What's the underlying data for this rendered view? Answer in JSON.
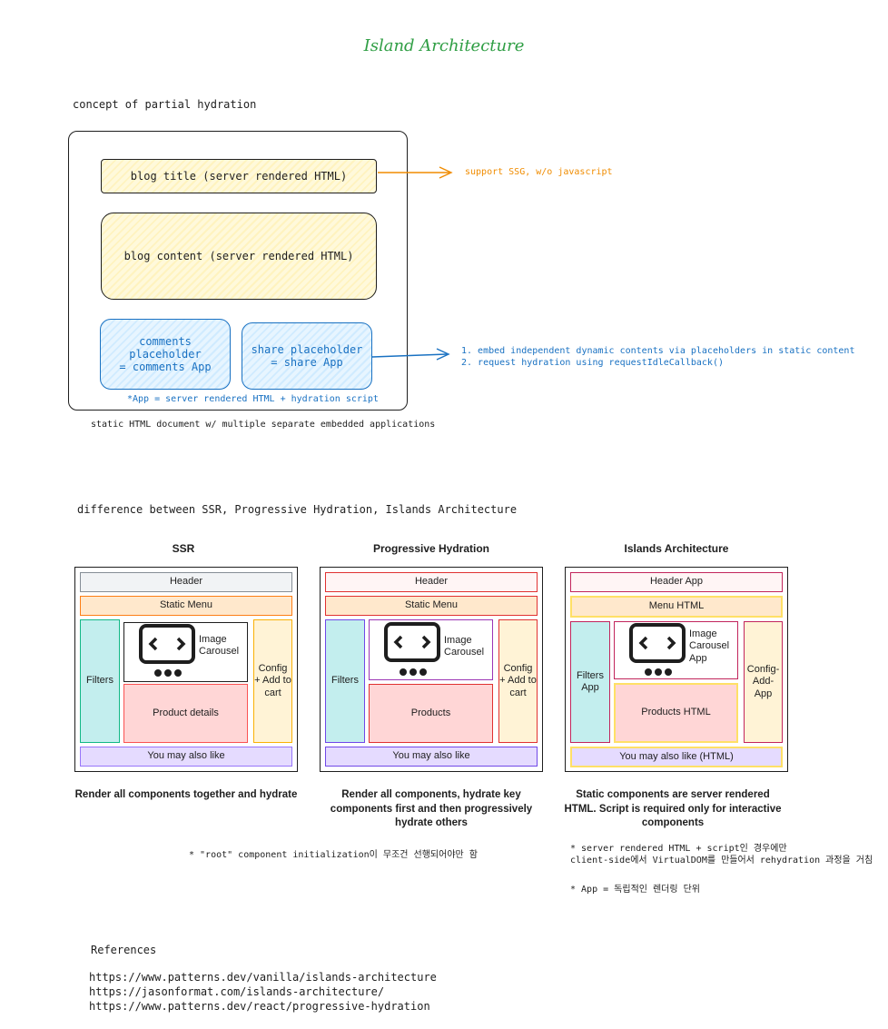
{
  "title": "Island Architecture",
  "concept": {
    "heading": "concept of partial hydration",
    "blog_title": "blog title (server rendered HTML)",
    "blog_content": "blog content (server rendered HTML)",
    "comments_line1": "comments placeholder",
    "comments_line2": "= comments App",
    "share_line1": "share placeholder",
    "share_line2": "= share App",
    "app_note": "*App = server rendered HTML + hydration script",
    "caption": "static HTML document w/ multiple separate embedded applications",
    "ssg_note": "support SSG, w/o javascript",
    "hydration_note1": "1. embed independent dynamic contents via placeholders in static content",
    "hydration_note2": "2. request hydration using requestIdleCallback()"
  },
  "difference": {
    "heading": "difference between SSR, Progressive Hydration, Islands Architecture",
    "ssr": {
      "title": "SSR",
      "header": "Header",
      "menu": "Static Menu",
      "filters": "Filters",
      "carousel": "Image Carousel",
      "config": "Config + Add to cart",
      "details": "Product details",
      "also": "You may also like",
      "desc": "Render all components together and hydrate"
    },
    "progressive": {
      "title": "Progressive Hydration",
      "header": "Header",
      "menu": "Static Menu",
      "filters": "Filters",
      "carousel": "Image Carousel",
      "config": "Config + Add to cart",
      "details": "Products",
      "also": "You may also like",
      "desc": "Render all components, hydrate key components first and then progressively hydrate others"
    },
    "islands": {
      "title": "Islands Architecture",
      "header": "Header App",
      "menu": "Menu HTML",
      "filters": "Filters App",
      "carousel": "Image Carousel App",
      "config": "Config-Add-App",
      "details": "Products HTML",
      "also": "You may also like (HTML)",
      "desc": "Static components are server rendered HTML. Script is required only for interactive components"
    },
    "root_note": "* \"root\" component initialization이 무조건 선행되어야만 함",
    "hydration_note_line1": "* server rendered HTML + script인 경우에만",
    "hydration_note_line2": "client-side에서 VirtualDOM를 만들어서 rehydration 과정을 거침",
    "app_unit_note": "* App = 독립적인 렌더링 단위"
  },
  "references": {
    "heading": "References",
    "links": [
      "https://www.patterns.dev/vanilla/islands-architecture",
      "https://jasonformat.com/islands-architecture/",
      "https://www.patterns.dev/react/progressive-hydration"
    ]
  },
  "colors": {
    "title_green": "#2f9e44",
    "note_orange": "#f08c00",
    "note_blue": "#1971c2",
    "header_gray": "#f1f3f5",
    "menu_orange": "#ffe8cc",
    "filters_cyan": "#c3eeee",
    "details_red": "#ffd6d6",
    "config_yellow": "#fff3d6",
    "also_purple": "#e5dbff"
  }
}
